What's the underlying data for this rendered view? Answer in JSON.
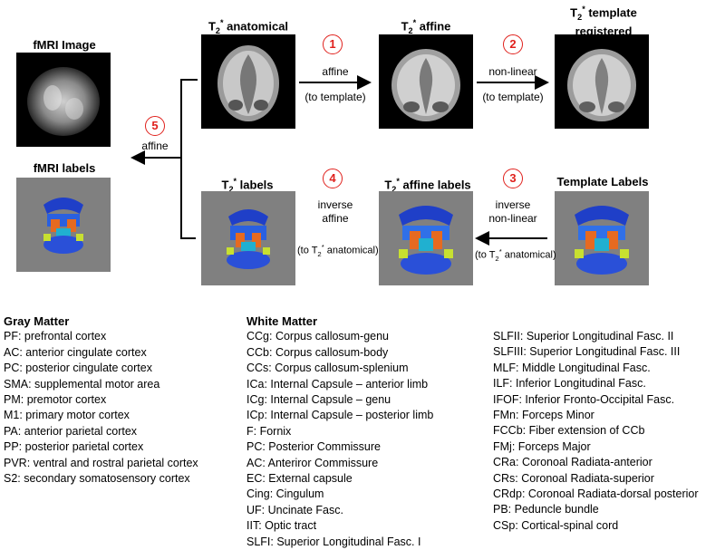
{
  "images": {
    "fmri_image": {
      "title": "fMRI Image"
    },
    "t2_anatomical": {
      "title_base": "T",
      "title_sub": "2",
      "title_sup": "*",
      "title_rest": " anatomical"
    },
    "t2_affine": {
      "title_base": "T",
      "title_sub": "2",
      "title_sup": "*",
      "title_rest": " affine"
    },
    "t2_template_registered": {
      "title_base": "T",
      "title_sub": "2",
      "title_sup": "*",
      "title_rest": " template",
      "title_line2": "registered"
    },
    "fmri_labels": {
      "title": "fMRI labels"
    },
    "t2_labels": {
      "title_base": "T",
      "title_sub": "2",
      "title_sup": "*",
      "title_rest": " labels"
    },
    "t2_affine_labels": {
      "title_base": "T",
      "title_sub": "2",
      "title_sup": "*",
      "title_rest": " affine labels"
    },
    "template_labels": {
      "title": "Template Labels"
    }
  },
  "steps": [
    {
      "number": "1",
      "line1": "affine",
      "line2": "(to template)"
    },
    {
      "number": "2",
      "line1": "non-linear",
      "line2": "(to template)"
    },
    {
      "number": "3",
      "line1": "inverse",
      "line2": "non-linear",
      "paren_pre": "(to T",
      "paren_sub": "2",
      "paren_sup": "*",
      "paren_post": " anatomical)"
    },
    {
      "number": "4",
      "line1": "inverse",
      "line2": "affine",
      "paren_pre": "(to T",
      "paren_sub": "2",
      "paren_sup": "*",
      "paren_post": " anatomical)"
    },
    {
      "number": "5",
      "line1": "affine"
    }
  ],
  "legend": {
    "gray_matter": {
      "heading": "Gray Matter",
      "items": [
        "PF: prefrontal cortex",
        "AC: anterior cingulate cortex",
        "PC: posterior cingulate cortex",
        "SMA: supplemental motor area",
        "PM: premotor cortex",
        "M1: primary motor cortex",
        "PA: anterior parietal cortex",
        "PP: posterior parietal cortex",
        "PVR: ventral and rostral parietal cortex",
        "S2: secondary somatosensory cortex"
      ]
    },
    "white_matter": {
      "heading": "White Matter",
      "items": [
        "CCg: Corpus callosum-genu",
        "CCb: Corpus callosum-body",
        "CCs: Corpus callosum-splenium",
        "ICa: Internal Capsule – anterior limb",
        "ICg: Internal Capsule – genu",
        "ICp: Internal Capsule – posterior limb",
        "F: Fornix",
        "PC: Posterior Commissure",
        "AC:  Anteriror Commissure",
        "EC: External capsule",
        "Cing: Cingulum",
        "UF: Uncinate Fasc.",
        "IIT: Optic tract",
        "SLFI: Superior Longitudinal Fasc. I"
      ]
    },
    "white_matter_2": {
      "items": [
        "SLFII: Superior Longitudinal Fasc. II",
        "SLFIII: Superior Longitudinal Fasc. III",
        "MLF: Middle Longitudinal Fasc.",
        "ILF: Inferior Longitudinal Fasc.",
        "IFOF: Inferior Fronto-Occipital Fasc.",
        "FMn: Forceps Minor",
        "FCCb: Fiber extension of CCb",
        "FMj: Forceps Major",
        "CRa: Coronoal Radiata-anterior",
        "CRs: Coronoal Radiata-superior",
        "CRdp: Coronoal Radiata-dorsal posterior",
        "PB: Peduncle bundle",
        "CSp: Cortical-spinal cord"
      ]
    }
  },
  "colors": {
    "step_badge": "#e0201c",
    "label_background": "#808080",
    "image_background": "#000000"
  }
}
